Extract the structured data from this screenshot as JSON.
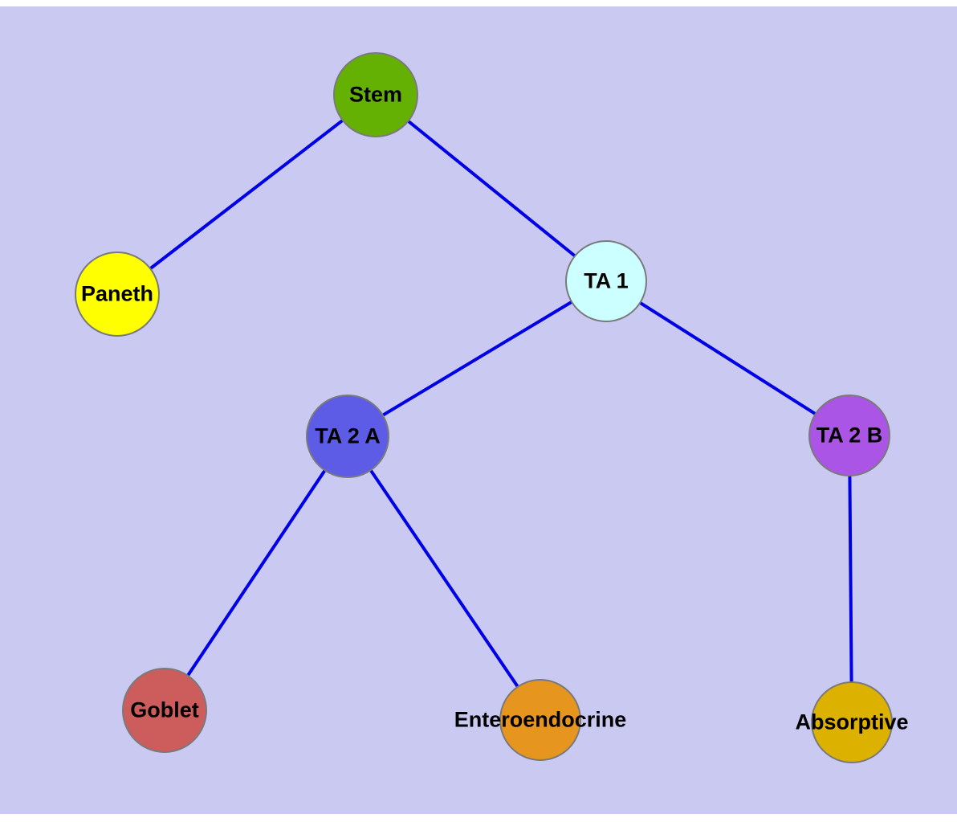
{
  "diagram": {
    "background_color": "#c9c9f2",
    "edge_color": "#0000e6",
    "node_border_color": "#7a7a7a",
    "nodes": {
      "stem": {
        "label": "Stem",
        "color": "#64b104"
      },
      "paneth": {
        "label": "Paneth",
        "color": "#ffff00"
      },
      "ta1": {
        "label": "TA 1",
        "color": "#ccffff"
      },
      "ta2a": {
        "label": "TA 2 A",
        "color": "#5c5ce6"
      },
      "ta2b": {
        "label": "TA 2 B",
        "color": "#aa55e6"
      },
      "goblet": {
        "label": "Goblet",
        "color": "#cd5c5c"
      },
      "enteroendocrine": {
        "label": "Enteroendocrine",
        "color": "#e6951e"
      },
      "absorptive": {
        "label": "Absorptive",
        "color": "#ddb100"
      }
    },
    "edges": [
      {
        "from": "Stem",
        "to": "Paneth"
      },
      {
        "from": "Stem",
        "to": "TA 1"
      },
      {
        "from": "TA 1",
        "to": "TA 2 A"
      },
      {
        "from": "TA 1",
        "to": "TA 2 B"
      },
      {
        "from": "TA 2 A",
        "to": "Goblet"
      },
      {
        "from": "TA 2 A",
        "to": "Enteroendocrine"
      },
      {
        "from": "TA 2 B",
        "to": "Absorptive"
      }
    ]
  }
}
